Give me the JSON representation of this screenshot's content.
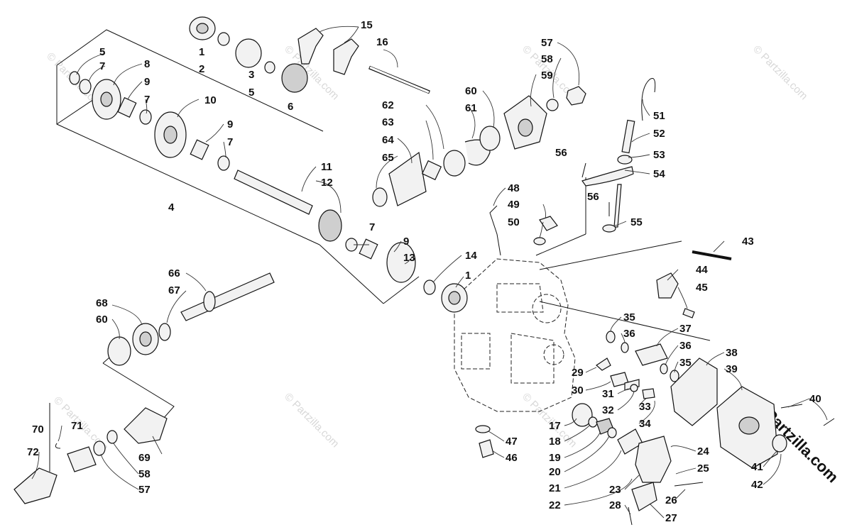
{
  "watermark": "© Partzilla.com",
  "corner_watermark": "© Partzilla.com",
  "callouts": [
    "1",
    "2",
    "3",
    "4",
    "5",
    "6",
    "7",
    "8",
    "9",
    "10",
    "11",
    "12",
    "13",
    "14",
    "15",
    "16",
    "17",
    "18",
    "19",
    "20",
    "21",
    "22",
    "23",
    "24",
    "25",
    "26",
    "27",
    "28",
    "29",
    "30",
    "31",
    "32",
    "33",
    "34",
    "35",
    "36",
    "37",
    "38",
    "39",
    "40",
    "41",
    "42",
    "43",
    "44",
    "45",
    "46",
    "47",
    "48",
    "49",
    "50",
    "51",
    "52",
    "53",
    "54",
    "55",
    "56",
    "57",
    "58",
    "59",
    "60",
    "61",
    "62",
    "63",
    "64",
    "65",
    "66",
    "67",
    "68",
    "69",
    "70",
    "71",
    "72"
  ],
  "labels": [
    {
      "text": "1"
    },
    {
      "text": "2"
    },
    {
      "text": "3"
    },
    {
      "text": "5"
    },
    {
      "text": "6"
    },
    {
      "text": "15"
    },
    {
      "text": "16"
    },
    {
      "text": "5"
    },
    {
      "text": "7"
    },
    {
      "text": "8"
    },
    {
      "text": "9"
    },
    {
      "text": "7"
    },
    {
      "text": "10"
    },
    {
      "text": "9"
    },
    {
      "text": "7"
    },
    {
      "text": "4"
    },
    {
      "text": "11"
    },
    {
      "text": "12"
    },
    {
      "text": "62"
    },
    {
      "text": "63"
    },
    {
      "text": "64"
    },
    {
      "text": "65"
    },
    {
      "text": "60"
    },
    {
      "text": "61"
    },
    {
      "text": "57"
    },
    {
      "text": "58"
    },
    {
      "text": "59"
    },
    {
      "text": "51"
    },
    {
      "text": "52"
    },
    {
      "text": "53"
    },
    {
      "text": "54"
    },
    {
      "text": "56"
    },
    {
      "text": "56"
    },
    {
      "text": "55"
    },
    {
      "text": "48"
    },
    {
      "text": "49"
    },
    {
      "text": "50"
    },
    {
      "text": "7"
    },
    {
      "text": "9"
    },
    {
      "text": "13"
    },
    {
      "text": "14"
    },
    {
      "text": "1"
    },
    {
      "text": "43"
    },
    {
      "text": "44"
    },
    {
      "text": "45"
    },
    {
      "text": "66"
    },
    {
      "text": "67"
    },
    {
      "text": "68"
    },
    {
      "text": "60"
    },
    {
      "text": "35"
    },
    {
      "text": "36"
    },
    {
      "text": "37"
    },
    {
      "text": "36"
    },
    {
      "text": "35"
    },
    {
      "text": "38"
    },
    {
      "text": "39"
    },
    {
      "text": "29"
    },
    {
      "text": "30"
    },
    {
      "text": "31"
    },
    {
      "text": "32"
    },
    {
      "text": "33"
    },
    {
      "text": "34"
    },
    {
      "text": "40"
    },
    {
      "text": "17"
    },
    {
      "text": "18"
    },
    {
      "text": "19"
    },
    {
      "text": "20"
    },
    {
      "text": "21"
    },
    {
      "text": "22"
    },
    {
      "text": "47"
    },
    {
      "text": "46"
    },
    {
      "text": "24"
    },
    {
      "text": "25"
    },
    {
      "text": "23"
    },
    {
      "text": "26"
    },
    {
      "text": "28"
    },
    {
      "text": "27"
    },
    {
      "text": "41"
    },
    {
      "text": "42"
    },
    {
      "text": "70"
    },
    {
      "text": "71"
    },
    {
      "text": "72"
    },
    {
      "text": "69"
    },
    {
      "text": "58"
    },
    {
      "text": "57"
    }
  ]
}
